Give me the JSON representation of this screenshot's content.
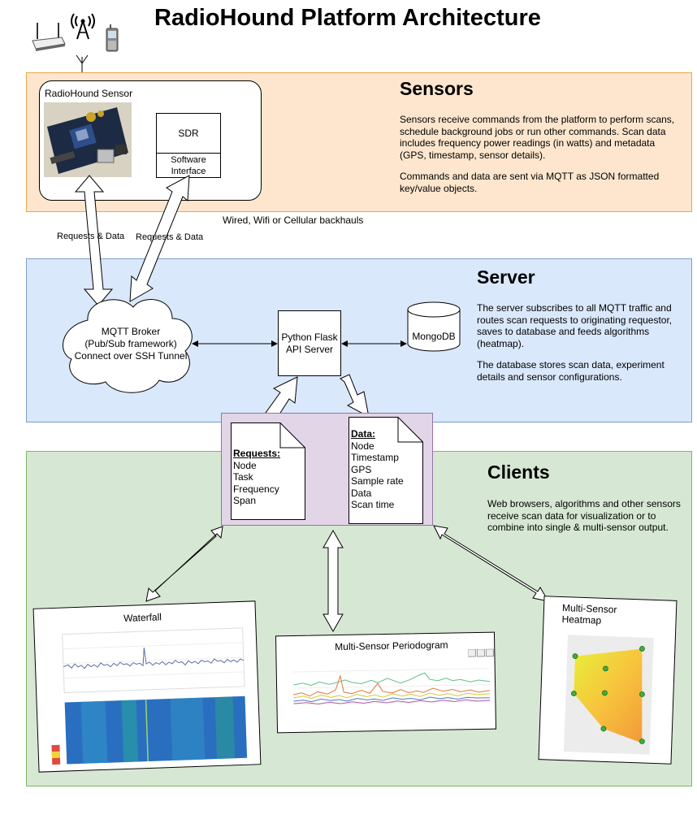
{
  "title": "RadioHound Platform Architecture",
  "sensors": {
    "heading": "Sensors",
    "desc_p1": "Sensors receive commands from the platform to perform scans, schedule background jobs or run other commands.  Scan data includes frequency power readings (in watts) and metadata (GPS, timestamp, sensor details).",
    "desc_p2": "Commands and data are sent via MQTT as JSON formatted key/value objects.",
    "sensor_label": "RadioHound Sensor",
    "sdr_label": "SDR",
    "sdr_interface": "Software Interface"
  },
  "links": {
    "requests_data_1": "Requests & Data",
    "requests_data_2": "Requests & Data",
    "backhauls": "Wired, Wifi or Cellular backhauls"
  },
  "server": {
    "heading": "Server",
    "desc_p1": "The server subscribes to all MQTT traffic and routes scan requests to originating requestor, saves to database and feeds algorithms (heatmap).",
    "desc_p2": "The database stores scan data, experiment details and sensor configurations.",
    "broker_line1": "MQTT Broker",
    "broker_line2": "(Pub/Sub framework)",
    "broker_line3": "Connect over SSH Tunnel",
    "flask_line1": "Python Flask",
    "flask_line2": "API Server",
    "db_label": "MongoDB"
  },
  "payload": {
    "requests_title": "Requests:",
    "requests_items": [
      "Node",
      "Task",
      "Frequency",
      "Span"
    ],
    "data_title": "Data:",
    "data_items": [
      "Node",
      "Timestamp",
      "GPS",
      "Sample rate",
      "Data",
      "Scan time"
    ]
  },
  "clients": {
    "heading": "Clients",
    "desc": "Web browsers, algorithms and other sensors receive scan data for visualization or to combine into single & multi-sensor output.",
    "waterfall_title": "Waterfall",
    "periodogram_title": "Multi-Sensor Periodogram",
    "heatmap_title_1": "Multi-Sensor",
    "heatmap_title_2": "Heatmap"
  },
  "colors": {
    "sensors_bg": "#fde6cd",
    "server_bg": "#dae8fb",
    "clients_bg": "#d6e8d3",
    "payload_bg": "#e1d5e7"
  }
}
